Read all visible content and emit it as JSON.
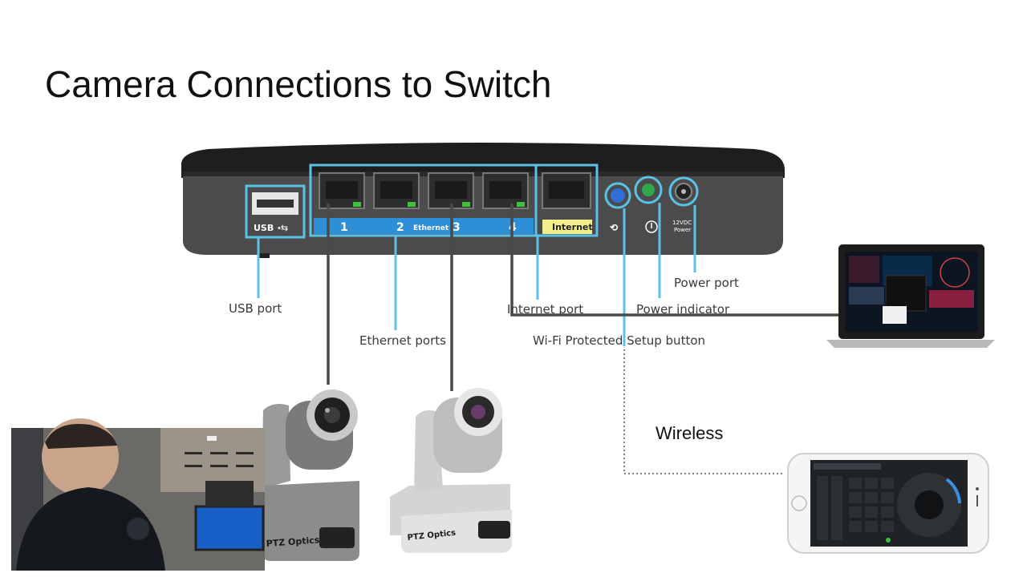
{
  "slide": {
    "title": "Camera Connections to Switch"
  },
  "router": {
    "usb_label": "USB",
    "port_numbers": [
      "1",
      "2",
      "3",
      "4"
    ],
    "ethernet_label": "Ethernet",
    "internet_label": "Internet",
    "power_rating": "12VDC",
    "power_word": "Power"
  },
  "callouts": {
    "usb_port": "USB port",
    "ethernet_ports": "Ethernet ports",
    "internet_port": "Internet port",
    "wps_button": "Wi-Fi Protected Setup button",
    "power_indicator": "Power indicator",
    "power_port": "Power port"
  },
  "wireless_label": "Wireless",
  "cameras": {
    "brand": "PTZ Optics"
  },
  "colors": {
    "highlight": "#5bc2e7",
    "cable": "#4a4a4a",
    "port_strip": "#2f8fd6",
    "internet_strip": "#f3ee8a"
  }
}
